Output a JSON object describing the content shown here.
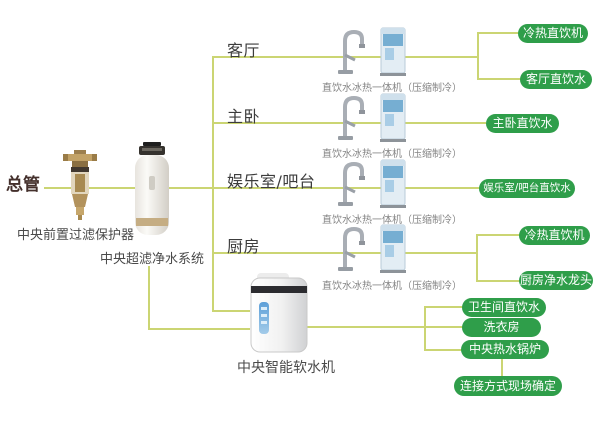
{
  "palette": {
    "line_color": "#cbd573",
    "tag_background": "#2f9e4a",
    "tag_text_color": "#ffffff"
  },
  "source": {
    "main_pipe": "总管",
    "prefilter": "中央前置过滤保护器",
    "ultrafiltration": "中央超滤净水系统",
    "softener": "中央智能软水机"
  },
  "branches": [
    {
      "room": "客厅",
      "device_caption": "直饮水冰热一体机（压缩制冷）",
      "outputs": [
        "冷热直饮机",
        "客厅直饮水"
      ]
    },
    {
      "room": "主卧",
      "device_caption": "直饮水冰热一体机（压缩制冷）",
      "outputs": [
        "主卧直饮水"
      ]
    },
    {
      "room": "娱乐室/吧台",
      "device_caption": "直饮水冰热一体机（压缩制冷）",
      "outputs": [
        "娱乐室/吧台直饮水"
      ]
    },
    {
      "room": "厨房",
      "device_caption": "直饮水冰热一体机（压缩制冷）",
      "outputs": [
        "冷热直饮机",
        "厨房净水龙头"
      ]
    }
  ],
  "softener_outputs": [
    "卫生间直饮水",
    "洗衣房",
    "中央热水锅炉"
  ],
  "note": "连接方式现场确定"
}
